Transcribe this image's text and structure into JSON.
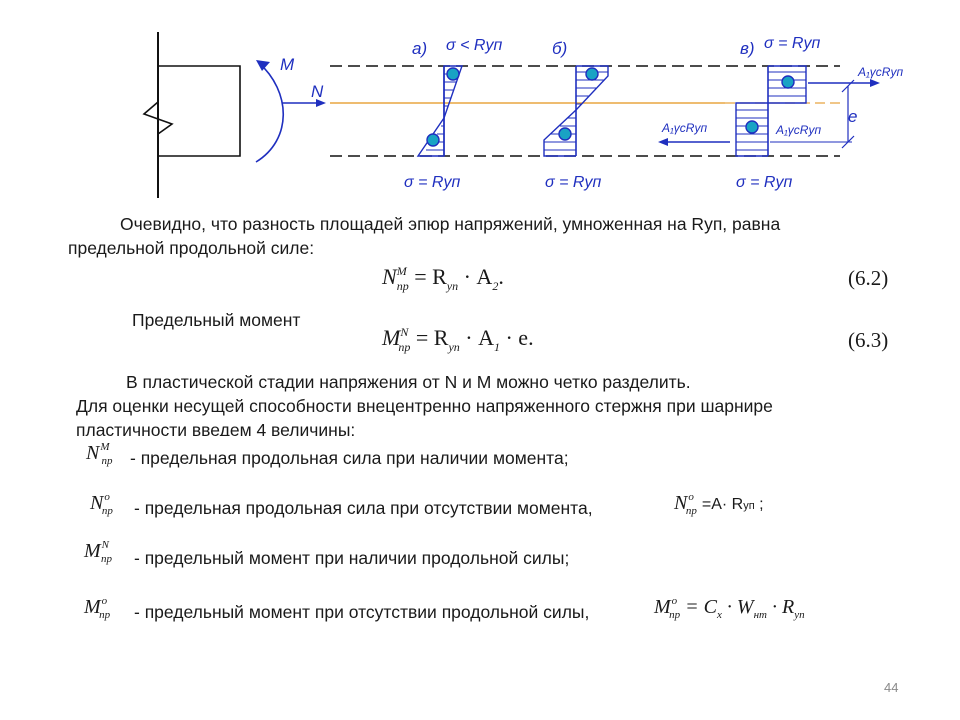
{
  "diagram": {
    "labels": {
      "M": "M",
      "N": "N",
      "e": "e",
      "a": "а)",
      "b": "б)",
      "v": "в)",
      "top_a": "σ < Rуп",
      "top_v": "σ = Rуп",
      "bot_a": "σ = Rуп",
      "bot_b": "σ = Rуп",
      "bot_v": "σ = Rуп",
      "force_top_right": "A₁γcRуп",
      "force_left": "A₁γcRуп",
      "force_mid": "A₁γcRуп"
    }
  },
  "text": {
    "para1_line1": "Очевидно, что разность площадей эпюр напряжений, умноженная на Rуп, равна",
    "para1_line2": "предельной продольной силе:",
    "eq62": {
      "lhs": "N",
      "sup": "M",
      "sub": "пр",
      "rhs": "= R",
      "rsub": "уп",
      "rest": "· A",
      "asub": "2",
      "dot": ".",
      "num": "(6.2)"
    },
    "para2": "Предельный момент",
    "eq63": {
      "lhs": "M",
      "sup": "N",
      "sub": "пр",
      "rhs": "= R",
      "rsub": "уп",
      "rest": "· A",
      "asub": "1",
      "tail": "· e.",
      "num": "(6.3)"
    },
    "para3": "В пластической стадии напряжения от N и M можно четко разделить.",
    "para4_line1": "Для оценки несущей способности внецентренно напряженного стержня при шарнире",
    "para4_line2": "пластичности введем 4 величины:",
    "items": [
      {
        "sym": "N",
        "sup": "M",
        "sub": "пр",
        "text": "- предельная продольная сила при наличии момента;"
      },
      {
        "sym": "N",
        "sup": "o",
        "sub": "пр",
        "text": "- предельная продольная сила при отсутствии момента,"
      },
      {
        "sym": "M",
        "sup": "N",
        "sub": "пр",
        "text": "- предельный момент при наличии продольной силы;"
      },
      {
        "sym": "M",
        "sup": "o",
        "sub": "пр",
        "text": "- предельный момент при отсутствии продольной силы,"
      }
    ],
    "item2_formula": {
      "sym": "N",
      "sup": "o",
      "sub": "пр",
      "rest": "=A· R",
      "rsub": "уп",
      "end": " ;"
    },
    "item4_formula": {
      "sym": "M",
      "sup": "o",
      "sub": "пр",
      "rest": "= C",
      "csub": "x",
      "w": " · W",
      "wsub": "нт",
      "r": " · R",
      "rsub": "уп"
    }
  },
  "page_number": "44"
}
